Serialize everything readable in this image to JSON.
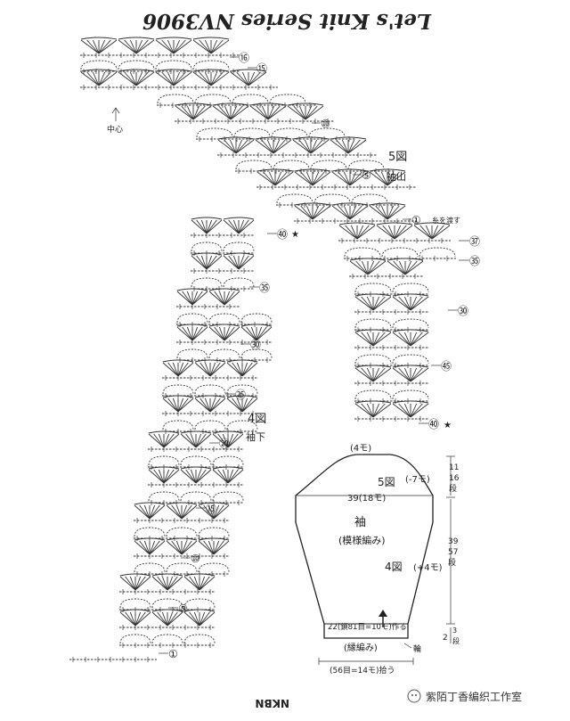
{
  "header": {
    "title": "Let's Knit Series NV3906"
  },
  "chart5": {
    "label": "5図",
    "sublabel": "袖山",
    "center": "中心",
    "yarn_note": "糸を渡す",
    "rows": [
      "⑯",
      "⑮",
      "⑩",
      "⑤",
      "①",
      "㊲",
      "㉟",
      "㉚",
      "㊺",
      "㊵"
    ],
    "star": "★"
  },
  "chart4": {
    "label": "4図",
    "sublabel": "袖下",
    "rows": [
      "㊵",
      "㉟",
      "㉚",
      "㉕",
      "⑳",
      "⑮",
      "⑩",
      "⑤",
      "①"
    ],
    "star": "★"
  },
  "schematic": {
    "top": "(4モ)",
    "label5": "5図",
    "dec": "(-7モ)",
    "right_top": [
      "11",
      "16",
      "段"
    ],
    "width": "39(18モ)",
    "name": "袖",
    "pattern": "(模様編み)",
    "label4": "4図",
    "inc": "(+4モ)",
    "right_mid": [
      "39",
      "57",
      "段"
    ],
    "bottom_row": "22(鎖81目=10モ)作る",
    "edge": "(縁編み)",
    "ring": "輪",
    "right_bot": [
      "2",
      "3",
      "段"
    ],
    "bottom": "(56目=14モ)拾う"
  },
  "footer": {
    "left": "NKBN",
    "watermark": "紫陌丁香编织工作室"
  }
}
